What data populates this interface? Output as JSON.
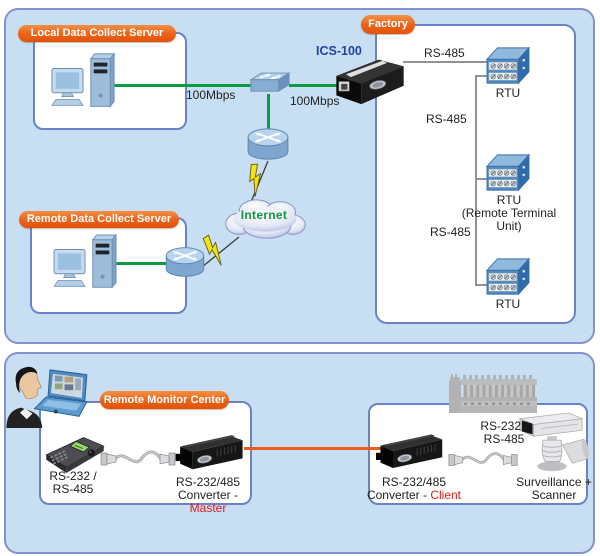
{
  "top": {
    "local_badge": "Local Data Collect Server",
    "remote_badge": "Remote Data Collect Server",
    "factory_badge": "Factory",
    "ics_label": "ICS-100",
    "mbps1": "100Mbps",
    "mbps2": "100Mbps",
    "internet_label": "Internet",
    "rs485_1": "RS-485",
    "rs485_2": "RS-485",
    "rs485_3": "RS-485",
    "rtu1_label": "RTU",
    "rtu2_label_line1": "RTU",
    "rtu2_label_line2": "(Remote Terminal",
    "rtu2_label_line3": "Unit)",
    "rtu3_label": "RTU"
  },
  "bottom": {
    "monitor_badge": "Remote Monitor Center",
    "keyboard_label_line1": "RS-232 /",
    "keyboard_label_line2": "RS-485",
    "master_line1": "RS-232/485",
    "master_line2_prefix": "Converter - ",
    "master_line2_role": "Master",
    "client_line1": "RS-232/485",
    "client_line2_prefix": "Converter - ",
    "client_line2_role": "Client",
    "camera_serial_line1": "RS-232 /",
    "camera_serial_line2": "RS-485",
    "surveillance_line1": "Surveillance +",
    "surveillance_line2": "Scanner"
  },
  "colors": {
    "panel_bg": "#c7def3",
    "panel_border": "#8590cd",
    "box_border": "#6b82c8",
    "badge_orange": "#e9621a",
    "ethernet_green": "#0d9c40",
    "serial_gray": "#8f9296",
    "link_orange": "#f2591a",
    "ics_blue": "#2340a4",
    "internet_green": "#129540",
    "role_red": "#e01b1b"
  },
  "icons": [
    "workstation-icon",
    "switch-icon",
    "router-icon",
    "lightning-icon",
    "internet-cloud-icon",
    "ics100-device-icon",
    "rtu-device-icon",
    "operator-laptop-icon",
    "ptz-keyboard-icon",
    "serial-cable-icon",
    "converter-device-icon",
    "building-icon",
    "ptz-camera-icon"
  ]
}
